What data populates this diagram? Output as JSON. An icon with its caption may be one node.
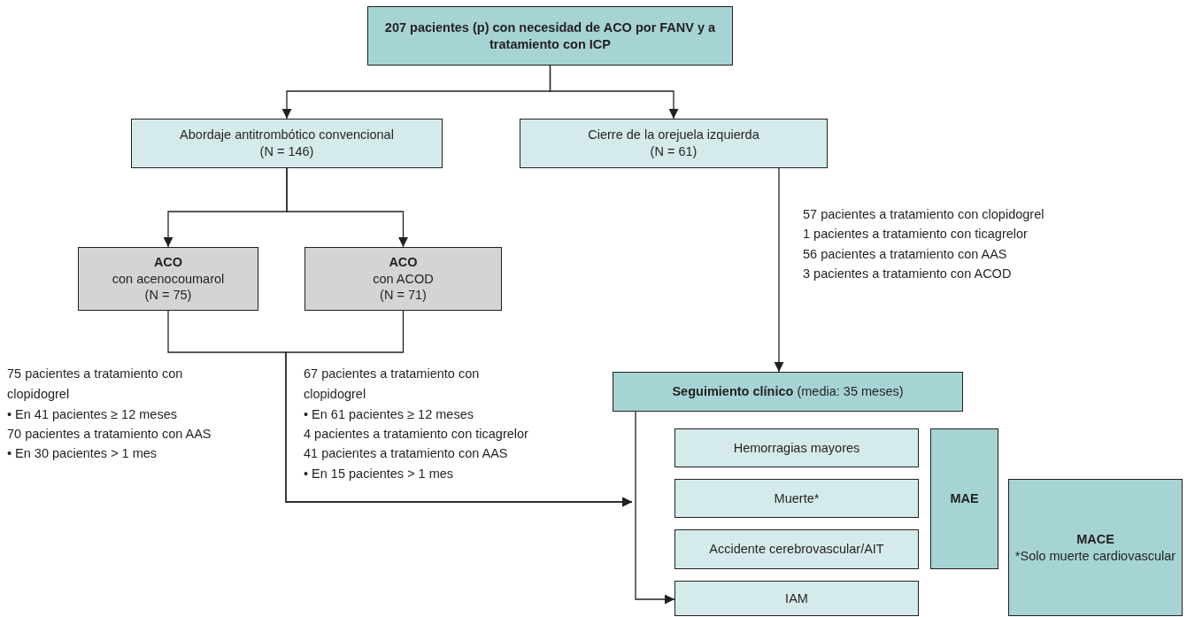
{
  "diagram": {
    "nodes": [
      {
        "text": [
          "207 pacientes (p) con necesidad de ACO por FANV y a tratamiento con ICP"
        ]
      },
      {
        "text": [
          "Abordaje antitrombótico convencional",
          "(N = 146)"
        ]
      },
      {
        "text": [
          "Cierre de la orejuela izquierda",
          "(N = 61)"
        ]
      },
      {
        "text": [
          "ACO",
          "con acenocoumarol",
          "(N = 75)"
        ]
      },
      {
        "text": [
          "ACO",
          "con ACOD",
          "(N = 71)"
        ]
      },
      {
        "text": [
          "**Seguimiento clínico** (media: 35 meses)"
        ]
      },
      {
        "text": [
          "Hemorragias mayores"
        ]
      },
      {
        "text": [
          "Muerte*"
        ]
      },
      {
        "text": [
          "Accidente cerebrovascular/AIT"
        ]
      },
      {
        "text": [
          "IAM"
        ]
      },
      {
        "text": [
          "MAE"
        ]
      },
      {
        "text": [
          "MACE",
          "*Solo muerte cardiovascular"
        ]
      }
    ],
    "edges": [
      {
        "from": 0,
        "to": 1,
        "arrow": "to"
      },
      {
        "from": 0,
        "to": 2,
        "arrow": "to"
      },
      {
        "from": 1,
        "to": 3,
        "arrow": "to"
      },
      {
        "from": 1,
        "to": 4,
        "arrow": "to"
      },
      {
        "from": 2,
        "to": 5,
        "arrow": "to"
      },
      {
        "from": 3,
        "to": null,
        "arrow": "to"
      },
      {
        "from": 4,
        "to": null,
        "arrow": "to"
      },
      {
        "from": 5,
        "to": 9,
        "arrow": "to"
      }
    ],
    "labels": [
      "57 pacientes a tratamiento con clopidogrel",
      "1 pacientes a tratamiento con ticagrelor",
      "56 pacientes a tratamiento con AAS",
      "3 pacientes a tratamiento con ACOD",
      "75 pacientes a tratamiento con clopidogrel",
      "• En 41 pacientes ≥ 12 meses",
      "70 pacientes a tratamiento con AAS",
      "• En 30 pacientes > 1 mes",
      "67 pacientes a tratamiento con clopidogrel",
      "• En 61 pacientes ≥ 12 meses",
      "4 pacientes a tratamiento con ticagrelor",
      "41 pacientes a tratamiento con AAS",
      "• En 15 pacientes > 1 mes"
    ]
  }
}
